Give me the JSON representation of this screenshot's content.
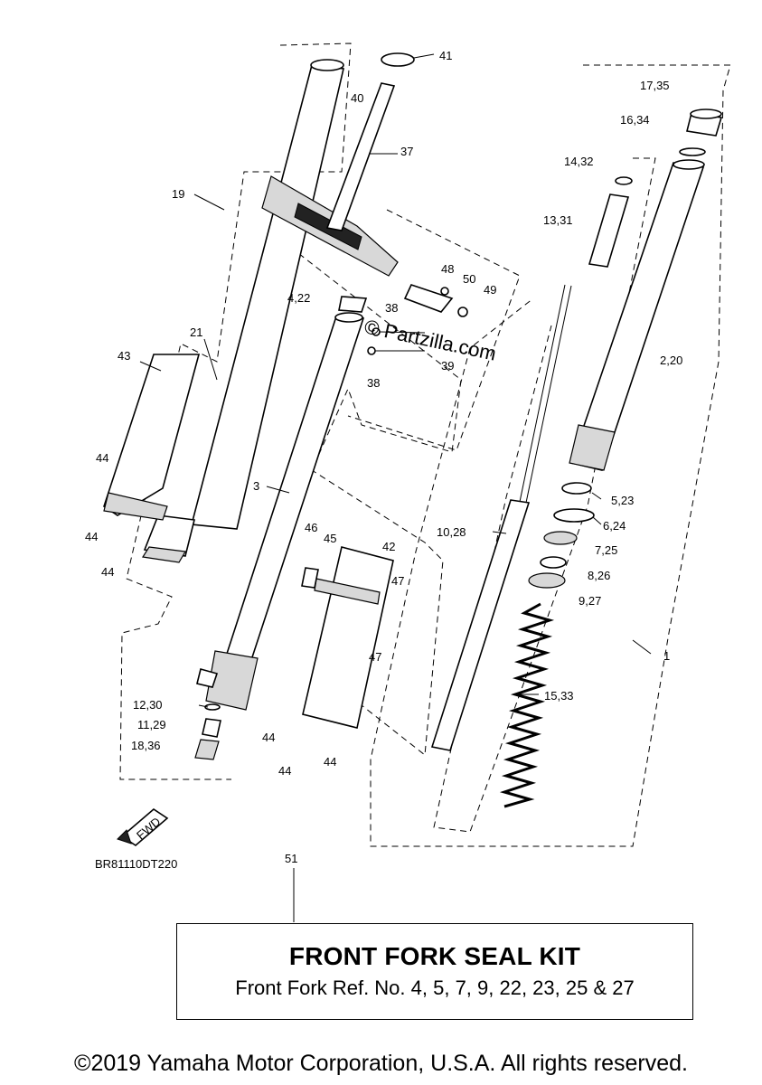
{
  "labels": {
    "l41": "41",
    "l40": "40",
    "l37": "37",
    "l19": "19",
    "l48": "48",
    "l50": "50",
    "l49": "49",
    "l4_22": "4,22",
    "l38a": "38",
    "l39": "39",
    "l38b": "38",
    "l21": "21",
    "l43": "43",
    "l3": "3",
    "l44a": "44",
    "l44b": "44",
    "l44c": "44",
    "l46": "46",
    "l45": "45",
    "l42": "42",
    "l47a": "47",
    "l47b": "47",
    "l12_30": "12,30",
    "l11_29": "11,29",
    "l18_36": "18,36",
    "l44d": "44",
    "l44e": "44",
    "l44f": "44",
    "l17_35": "17,35",
    "l16_34": "16,34",
    "l14_32": "14,32",
    "l13_31": "13,31",
    "l2_20": "2,20",
    "l5_23": "5,23",
    "l6_24": "6,24",
    "l10_28": "10,28",
    "l7_25": "7,25",
    "l8_26": "8,26",
    "l9_27": "9,27",
    "l1": "1",
    "l15_33": "15,33",
    "l51": "51"
  },
  "watermark": "© Partzilla.com",
  "fwd_mark": "FWD",
  "diagram_code": "BR81110DT220",
  "kit": {
    "title": "FRONT FORK SEAL KIT",
    "subtitle": "Front Fork Ref. No. 4, 5, 7, 9, 22, 23, 25 & 27"
  },
  "copyright": "©2019 Yamaha Motor Corporation, U.S.A. All rights reserved."
}
